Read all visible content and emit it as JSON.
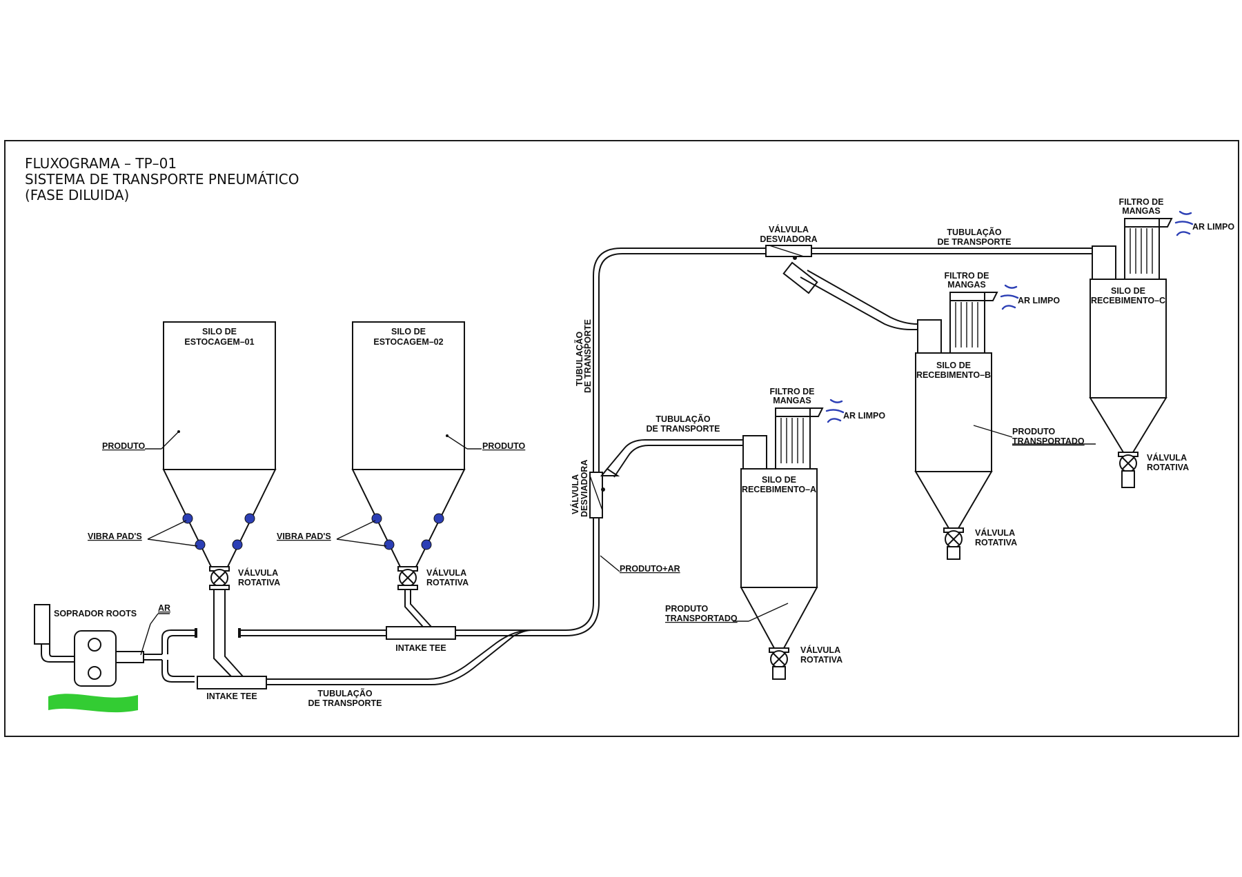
{
  "title": {
    "line1": "FLUXOGRAMA – TP–01",
    "line2": "SISTEMA DE TRANSPORTE PNEUMÁTICO",
    "line3": "(FASE DILUIDA)"
  },
  "labels": {
    "silo_estocagem_01": [
      "SILO DE",
      "ESTOCAGEM–01"
    ],
    "silo_estocagem_02": [
      "SILO DE",
      "ESTOCAGEM–02"
    ],
    "produto": "PRODUTO",
    "vibra_pads": "VIBRA PAD'S",
    "valvula_rotativa": [
      "VÁLVULA",
      "ROTATIVA"
    ],
    "soprador_roots": "SOPRADOR ROOTS",
    "ar": "AR",
    "intake_tee": "INTAKE TEE",
    "tubulacao_transporte": [
      "TUBULAÇÃO",
      "DE TRANSPORTE"
    ],
    "valvula_desviadora": [
      "VÁLVULA",
      "DESVIADORA"
    ],
    "produto_ar": "PRODUTO+AR",
    "filtro_mangas": [
      "FILTRO DE",
      "MANGAS"
    ],
    "ar_limpo": "AR LIMPO",
    "silo_recebimento_a": [
      "SILO DE",
      "RECEBIMENTO–A"
    ],
    "silo_recebimento_b": [
      "SILO DE",
      "RECEBIMENTO–B"
    ],
    "silo_recebimento_c": [
      "SILO DE",
      "RECEBIMENTO–C"
    ],
    "produto_transportado": [
      "PRODUTO",
      "TRANSPORTADO"
    ]
  },
  "colors": {
    "line": "#111111",
    "vibra_pad": "#2c3fb5",
    "clean_air": "#2c3fb5",
    "ground": "#33cc33"
  }
}
